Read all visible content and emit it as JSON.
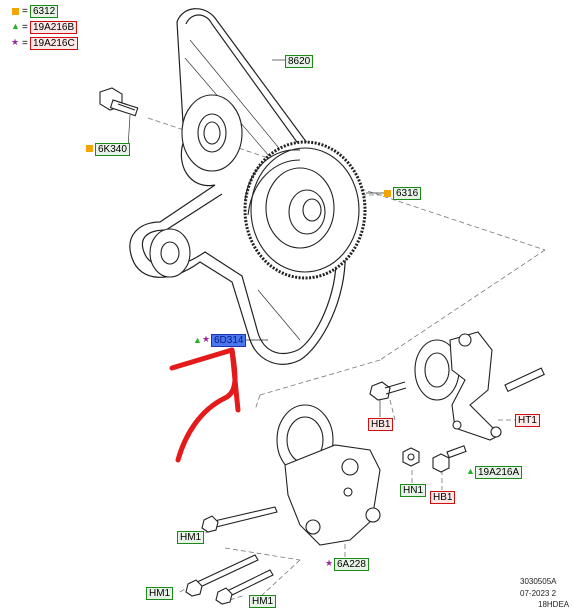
{
  "legend": [
    {
      "marker": "square-marker",
      "code": "6312",
      "color": "#f4a400"
    },
    {
      "marker": "triangle-marker",
      "code": "19A216B",
      "color": "#22b422"
    },
    {
      "marker": "star-marker",
      "code": "19A216C",
      "color": "#9a2aa0"
    }
  ],
  "labels": {
    "belt": "8620",
    "bolt_top": "6K340",
    "crank_pulley": "6316",
    "belt_selected": "6D314",
    "tensioner_bolt": "HB1",
    "idler_stud": "HT1",
    "nut": "HN1",
    "bolt_small": "HB1",
    "bracket": "19A216A",
    "bolt_long_1": "HM1",
    "tensioner": "6A228",
    "bolt_long_2": "HM1",
    "bolt_long_3": "HM1"
  },
  "footer": {
    "ref": "3030505A",
    "date": "07-2023 2",
    "code": "18HDEA"
  },
  "colors": {
    "highlight_arrow": "#e31b1b",
    "label_green": "#1b8a1b",
    "label_red": "#d01010",
    "label_selected": "#4a78f0"
  }
}
